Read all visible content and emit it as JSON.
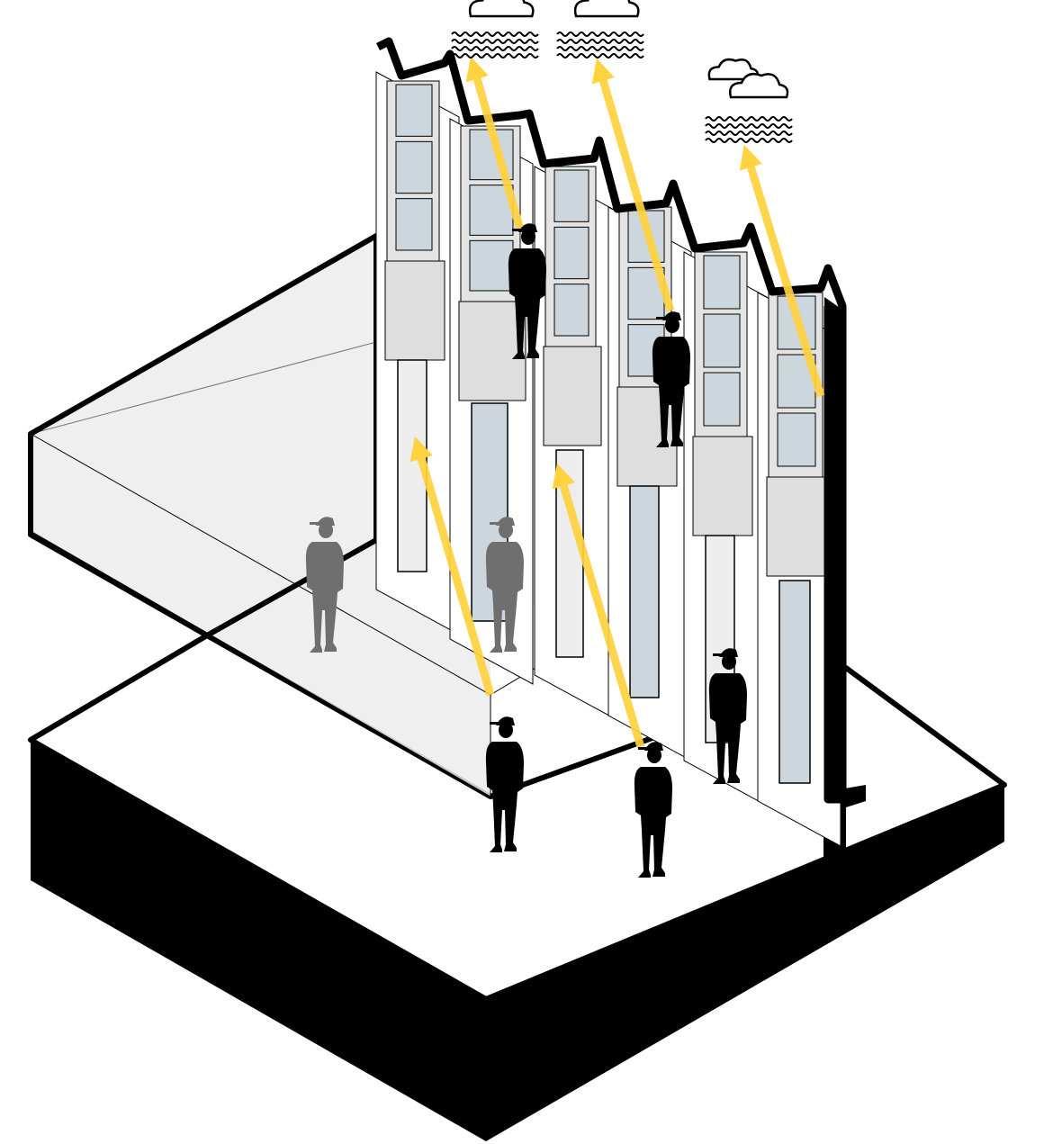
{
  "diagram": {
    "kind": "isometric-section",
    "colors": {
      "ink": "#000000",
      "floor": "#ffffff",
      "shade": "#e3e3e3",
      "glass": "#cdd6dd",
      "ray": "#ffd23f",
      "ghost": "#6f6f6f"
    },
    "icons": [
      "cloud-icon",
      "water-waves-icon",
      "person-silhouette-icon",
      "view-arrow-icon"
    ],
    "people_count": 7,
    "view_arrow_count": 5,
    "weather_icon_count": 3
  }
}
